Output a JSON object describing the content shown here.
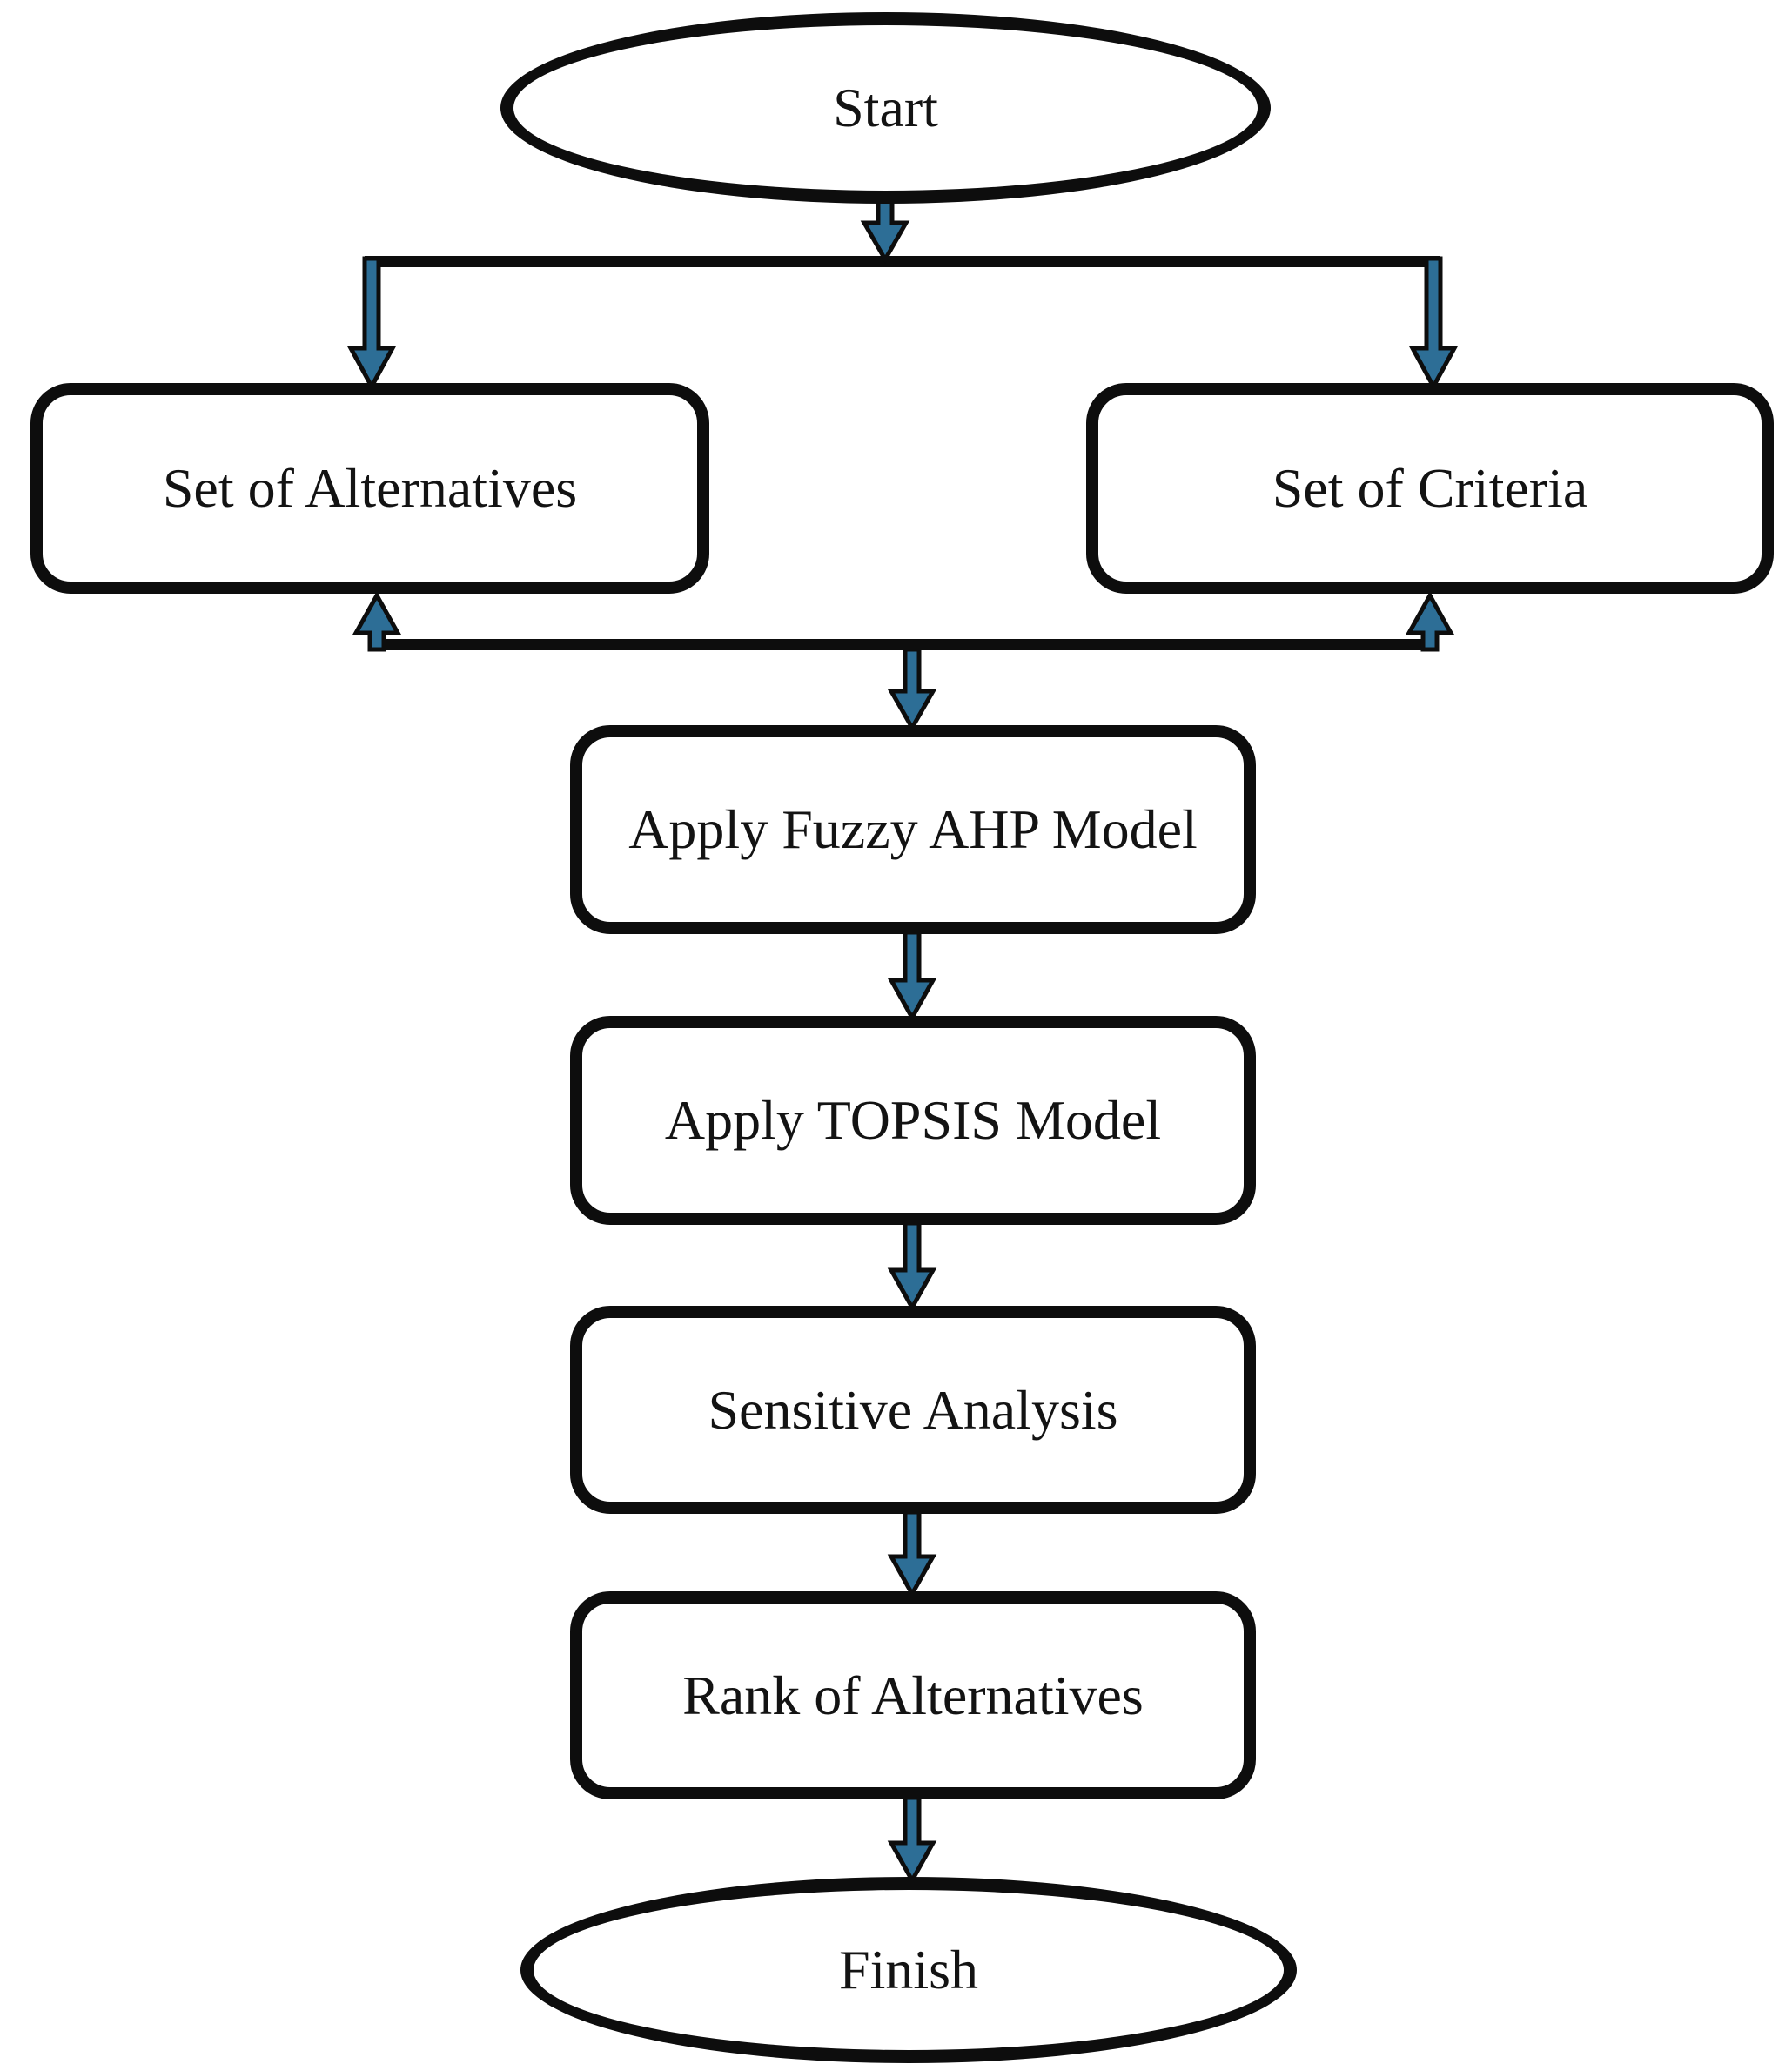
{
  "colors": {
    "stroke": "#0d0d0d",
    "arrow-fill": "#2d6e96",
    "node-fill": "#ffffff",
    "text": "#131313",
    "background": "#ffffff"
  },
  "nodes": {
    "start": {
      "label": "Start",
      "shape": "ellipse"
    },
    "alternatives": {
      "label": "Set of Alternatives",
      "shape": "rounded-rect"
    },
    "criteria": {
      "label": "Set of Criteria",
      "shape": "rounded-rect"
    },
    "fuzzy_ahp": {
      "label": "Apply Fuzzy AHP Model",
      "shape": "rounded-rect"
    },
    "topsis": {
      "label": "Apply TOPSIS Model",
      "shape": "rounded-rect"
    },
    "sensitive": {
      "label": "Sensitive Analysis",
      "shape": "rounded-rect"
    },
    "rank": {
      "label": "Rank of Alternatives",
      "shape": "rounded-rect"
    },
    "finish": {
      "label": "Finish",
      "shape": "ellipse"
    }
  },
  "connectors": [
    {
      "id": "start-to-branch-arrow",
      "type": "arrow-down",
      "from": "start",
      "to": "branch-line"
    },
    {
      "id": "branch-line",
      "type": "line",
      "from": "start",
      "to": "alternatives-and-criteria"
    },
    {
      "id": "branch-to-alternatives-arrow",
      "type": "arrow-down",
      "from": "branch-line",
      "to": "alternatives"
    },
    {
      "id": "branch-to-criteria-arrow",
      "type": "arrow-down",
      "from": "branch-line",
      "to": "criteria"
    },
    {
      "id": "merge-line",
      "type": "line",
      "from": "alternatives-and-criteria",
      "to": "fuzzy_ahp"
    },
    {
      "id": "merge-to-alternatives-arrow",
      "type": "arrow-up",
      "from": "merge-line",
      "to": "alternatives"
    },
    {
      "id": "merge-to-criteria-arrow",
      "type": "arrow-up",
      "from": "merge-line",
      "to": "criteria"
    },
    {
      "id": "merge-to-fuzzy-ahp-arrow",
      "type": "arrow-down",
      "from": "merge-line",
      "to": "fuzzy_ahp"
    },
    {
      "id": "fuzzy-ahp-to-topsis-arrow",
      "type": "arrow-down",
      "from": "fuzzy_ahp",
      "to": "topsis"
    },
    {
      "id": "topsis-to-sensitive-arrow",
      "type": "arrow-down",
      "from": "topsis",
      "to": "sensitive"
    },
    {
      "id": "sensitive-to-rank-arrow",
      "type": "arrow-down",
      "from": "sensitive",
      "to": "rank"
    },
    {
      "id": "rank-to-finish-arrow",
      "type": "arrow-down",
      "from": "rank",
      "to": "finish"
    }
  ]
}
